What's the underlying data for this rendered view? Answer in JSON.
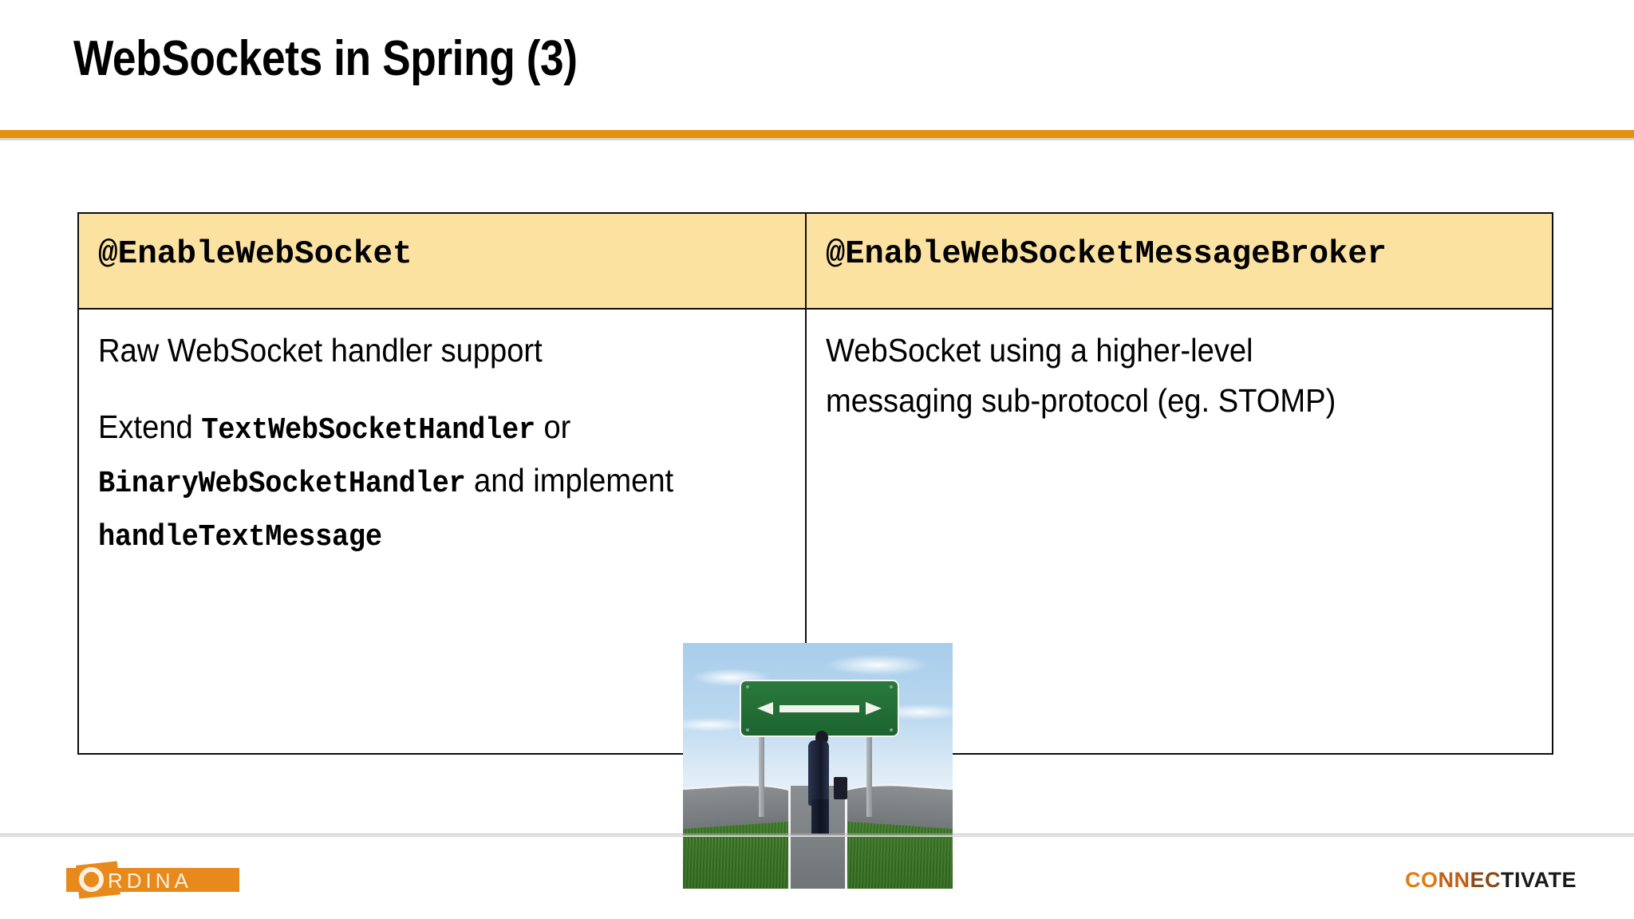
{
  "slide": {
    "title": "WebSockets in Spring (3)",
    "accent_color": "#E3900B",
    "header_fill": "#FBE2A0",
    "border_color": "#0d0d0d"
  },
  "table": {
    "headers": [
      "@EnableWebSocket",
      "@EnableWebSocketMessageBroker"
    ],
    "cells": {
      "left": {
        "line1": "Raw WebSocket handler support",
        "para2": {
          "seg1": "Extend ",
          "code1": "TextWebSocketHandler",
          "seg2": " or ",
          "code2": "BinaryWebSocketHandler",
          "seg3": " and implement ",
          "code3": "handleTextMessage"
        }
      },
      "right": {
        "line1": "WebSocket using a higher-level",
        "line2": "messaging sub-protocol (eg. STOMP)"
      }
    }
  },
  "image": {
    "name": "crossroads-photo",
    "alt": "Businessman standing at a fork in the road under a green road sign with a double-headed arrow",
    "sign_color": "#1d6330",
    "grass_color": "#3e7a28",
    "sky_color": "#a8cdea"
  },
  "footer": {
    "ordina": {
      "wordmark": "RDINA",
      "brand_color": "#E8891C"
    },
    "connectivate": {
      "part1": "CO",
      "part2": "NN",
      "part3": "EC",
      "part4": "TIVATE"
    }
  }
}
